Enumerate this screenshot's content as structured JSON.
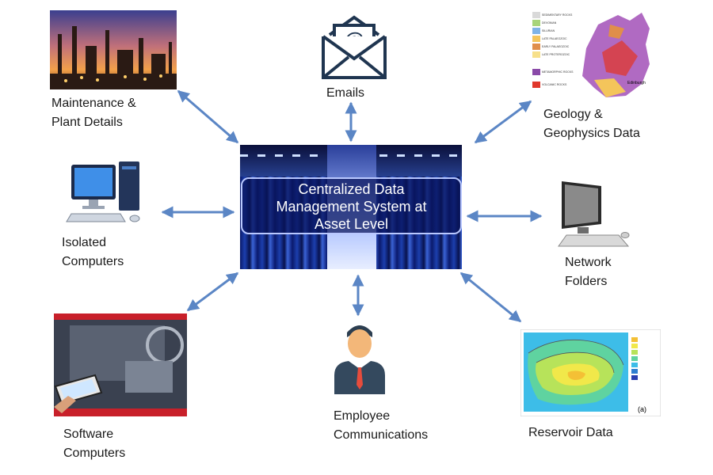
{
  "center": {
    "title": "Centralized Data\nManagement System at\nAsset Level"
  },
  "nodes": {
    "maintenance": "Maintenance &\nPlant Details",
    "emails": "Emails",
    "geology": "Geology &\nGeophysics Data",
    "isolated": "Isolated\nComputers",
    "network": "Network\nFolders",
    "software": "Software\nComputers",
    "employee": "Employee\nCommunications",
    "reservoir": "Reservoir Data"
  },
  "icons": {
    "emails": "envelope-at-icon",
    "isolated": "desktop-computer-icon",
    "network": "monitor-keyboard-icon",
    "employee": "person-avatar-icon"
  },
  "colors": {
    "arrow": "#5b86c5",
    "center_bg": "#0b1a6b",
    "center_text": "#ffffff"
  },
  "geology_legend": [
    "SEDIMENTARY ROCKS",
    "DEVONIAN",
    "SILURIAN",
    "LATE PALAEOZOIC",
    "EARLY PALAEOZOIC",
    "LATE PROTEROZOIC",
    "METAMORPHIC ROCKS",
    "VOLCANIC ROCKS"
  ],
  "geology_place": "Edinburgh",
  "reservoir_panel_label": "(a)"
}
